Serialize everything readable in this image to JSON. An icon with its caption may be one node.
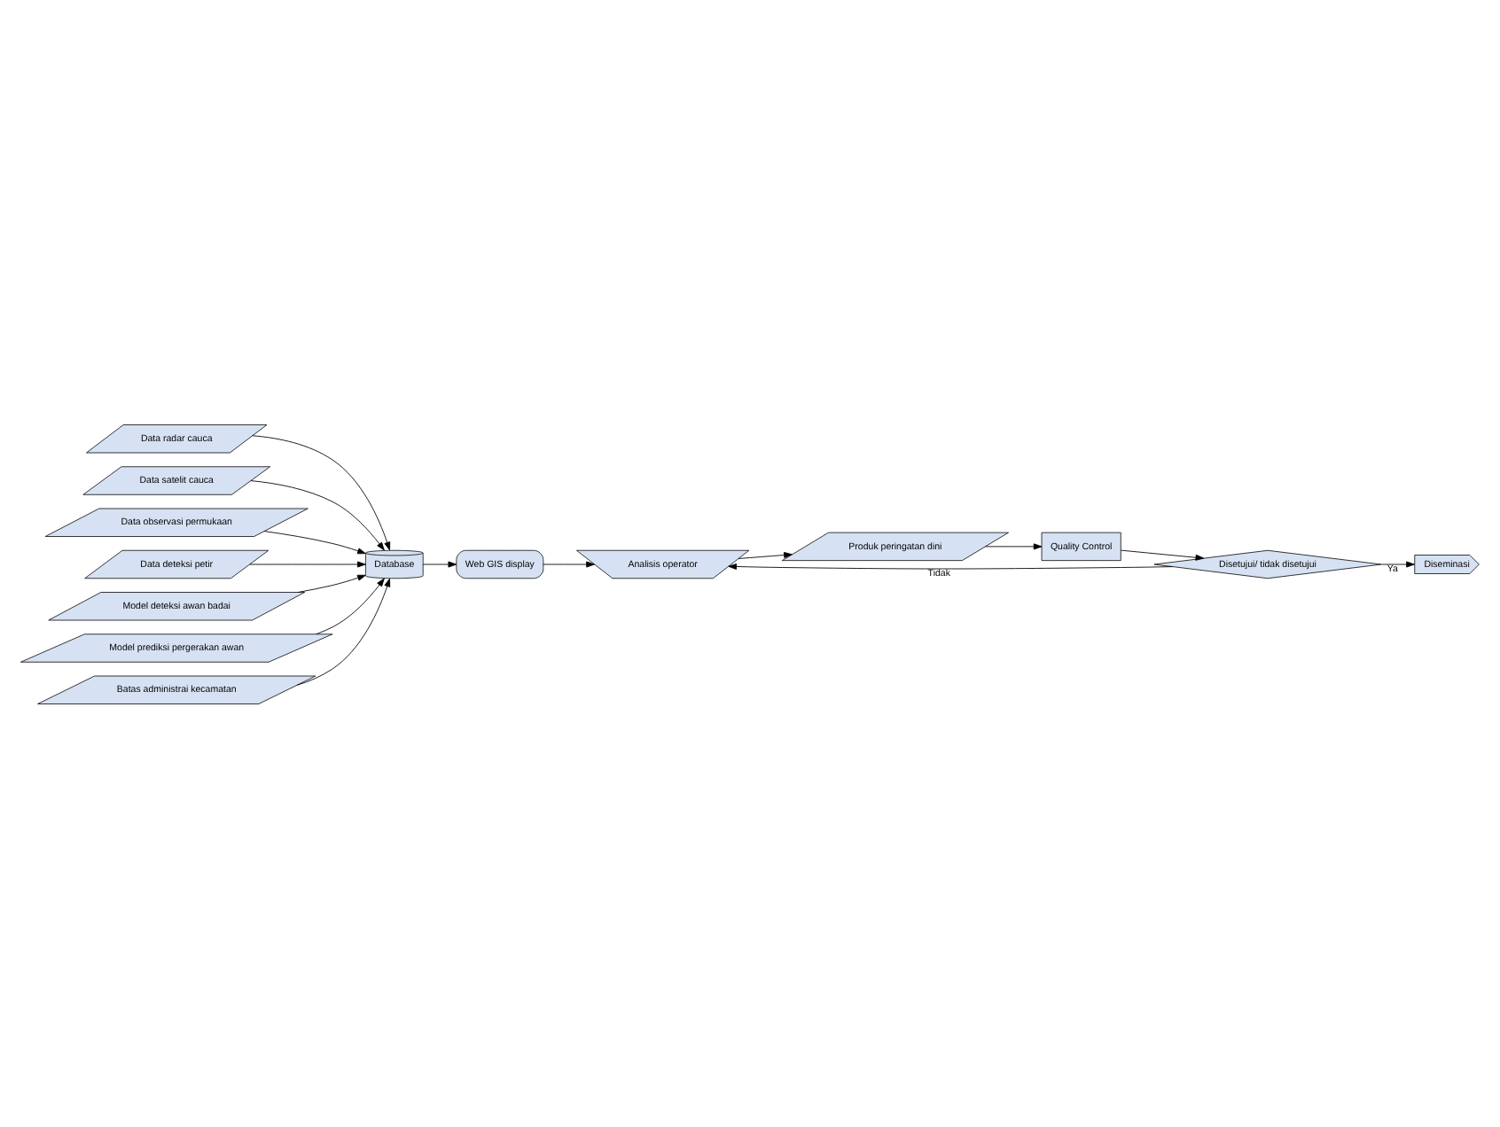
{
  "diagram": {
    "nodes": [
      {
        "text": [
          "Data radar cauca"
        ]
      },
      {
        "text": [
          "Data satelit cauca"
        ]
      },
      {
        "text": [
          "Data observasi permukaan"
        ]
      },
      {
        "text": [
          "Data deteksi petir"
        ]
      },
      {
        "text": [
          "Model deteksi awan badai"
        ]
      },
      {
        "text": [
          "Model prediksi pergerakan awan"
        ]
      },
      {
        "text": [
          "Batas administrai kecamatan"
        ]
      },
      {
        "text": [
          "Database"
        ]
      },
      {
        "text": [
          "Web GIS display"
        ]
      },
      {
        "text": [
          "Analisis operator"
        ]
      },
      {
        "text": [
          "Produk peringatan dini"
        ]
      },
      {
        "text": [
          "Quality Control"
        ]
      },
      {
        "text": [
          "Disetujui/ tidak disetujui"
        ]
      },
      {
        "text": [
          "Diseminasi"
        ]
      }
    ],
    "edges": [
      {
        "from": 0,
        "to": 7,
        "arrow": "to"
      },
      {
        "from": 1,
        "to": 7,
        "arrow": "to"
      },
      {
        "from": 2,
        "to": 7,
        "arrow": "to"
      },
      {
        "from": 3,
        "to": 7,
        "arrow": "to"
      },
      {
        "from": 4,
        "to": 7,
        "arrow": "to"
      },
      {
        "from": 5,
        "to": 7,
        "arrow": "to"
      },
      {
        "from": 6,
        "to": 7,
        "arrow": "to"
      },
      {
        "from": 7,
        "to": 8,
        "arrow": "to"
      },
      {
        "from": 8,
        "to": 9,
        "arrow": "to"
      },
      {
        "from": 9,
        "to": 10,
        "arrow": "to"
      },
      {
        "from": 10,
        "to": 11,
        "arrow": "to"
      },
      {
        "from": 11,
        "to": 12,
        "arrow": "to"
      },
      {
        "from": 12,
        "to": 9,
        "arrow": "to",
        "label": "Tidak"
      },
      {
        "from": 12,
        "to": 13,
        "arrow": "to",
        "label": "Ya"
      }
    ]
  }
}
